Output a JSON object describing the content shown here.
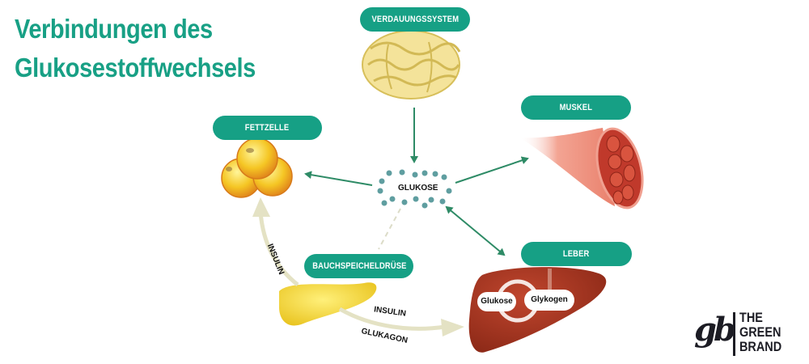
{
  "title": {
    "line1": "Verbindungen des",
    "line2": "Glukosestoffwechsels"
  },
  "nodes": {
    "digestive": {
      "label": "VERDAUUNGSSYSTEM",
      "icon": "intestine-icon"
    },
    "fat_cell": {
      "label": "FETTZELLE",
      "icon": "fat-cell-icon"
    },
    "muscle": {
      "label": "MUSKEL",
      "icon": "muscle-icon"
    },
    "liver": {
      "label": "LEBER",
      "icon": "liver-icon",
      "cycle": [
        "Glukose",
        "Glykogen"
      ]
    },
    "pancreas": {
      "label": "BAUCHSPEICHELDRÜSE",
      "icon": "pancreas-icon"
    },
    "glucose": {
      "label": "GLUKOSE",
      "icon": "glucose-molecules-icon"
    }
  },
  "hormones": {
    "to_fat": "INSULIN",
    "to_liver_1": "INSULIN",
    "to_liver_2": "GLUKAGON"
  },
  "brand": {
    "monogram": "gb",
    "line1": "THE",
    "line2": "GREEN",
    "line3": "BRAND"
  },
  "colors": {
    "accent": "#16a085",
    "arrow": "#2e8b66",
    "hormone_arrow": "#e4e2c4",
    "text": "#111111"
  }
}
